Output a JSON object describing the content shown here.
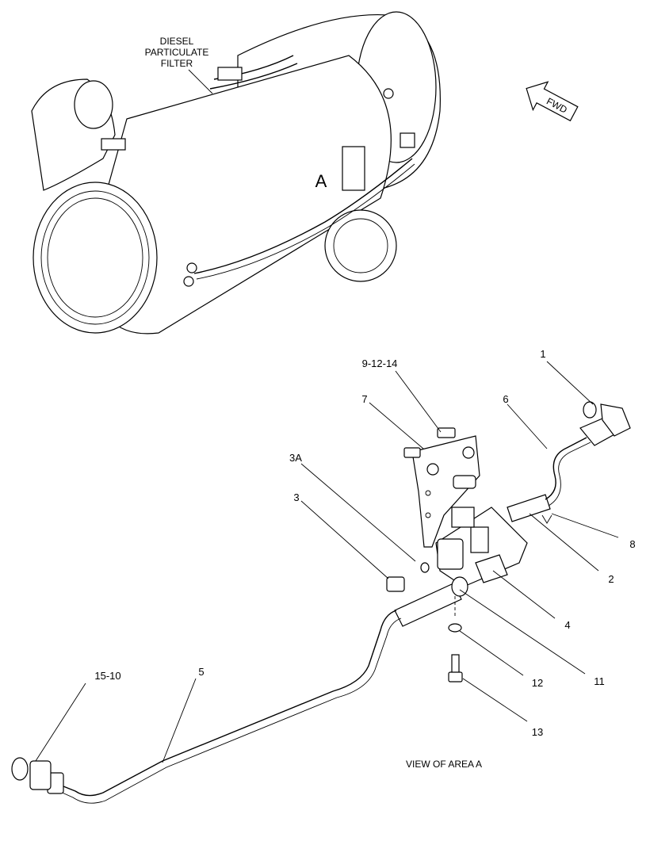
{
  "labels": {
    "dpf_line1": "DIESEL",
    "dpf_line2": "PARTICULATE",
    "dpf_line3": "FILTER",
    "area_marker": "A",
    "fwd": "FWD",
    "view_caption": "VIEW OF AREA A"
  },
  "callouts": {
    "c1": "1",
    "c2": "2",
    "c3": "3",
    "c3a": "3A",
    "c4": "4",
    "c5": "5",
    "c6": "6",
    "c7": "7",
    "c8": "8",
    "c9_12_14": "9-12-14",
    "c11": "11",
    "c12": "12",
    "c13": "13",
    "c15_10": "15-10"
  }
}
